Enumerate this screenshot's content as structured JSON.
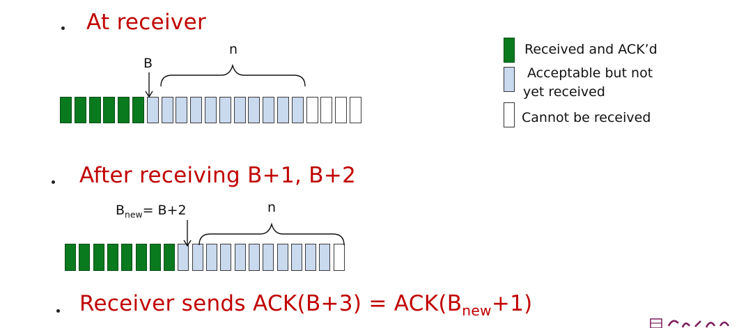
{
  "section1": {
    "heading": "At receiver",
    "pointer_label": "B",
    "window_label": "n",
    "cells": [
      "received",
      "received",
      "received",
      "received",
      "received",
      "received",
      "acceptable",
      "acceptable",
      "acceptable",
      "acceptable",
      "acceptable",
      "acceptable",
      "acceptable",
      "acceptable",
      "acceptable",
      "acceptable",
      "acceptable",
      "cannot",
      "cannot",
      "cannot",
      "cannot"
    ]
  },
  "section2": {
    "heading": "After receiving B+1, B+2",
    "pointer_label_base": "B",
    "pointer_label_sub": "new",
    "pointer_label_rest": "= B+2",
    "window_label": "n",
    "cells": [
      "received",
      "received",
      "received",
      "received",
      "received",
      "received",
      "received",
      "received",
      "acceptable",
      "acceptable",
      "acceptable",
      "acceptable",
      "acceptable",
      "acceptable",
      "acceptable",
      "acceptable",
      "acceptable",
      "acceptable",
      "acceptable",
      "cannot"
    ]
  },
  "section3": {
    "heading_a": "Receiver sends ACK(B+3) = ACK(B",
    "heading_sub": "new",
    "heading_b": "+1)"
  },
  "legend": {
    "received": "Received and ACK’d",
    "acceptable_line1": "Acceptable but not",
    "acceptable_line2": "yet received",
    "cannot": "Cannot be received"
  },
  "colors": {
    "received": "#0a7a1e",
    "acceptable": "#c9d9ee",
    "cannot": "#ffffff",
    "heading": "#c00000"
  }
}
